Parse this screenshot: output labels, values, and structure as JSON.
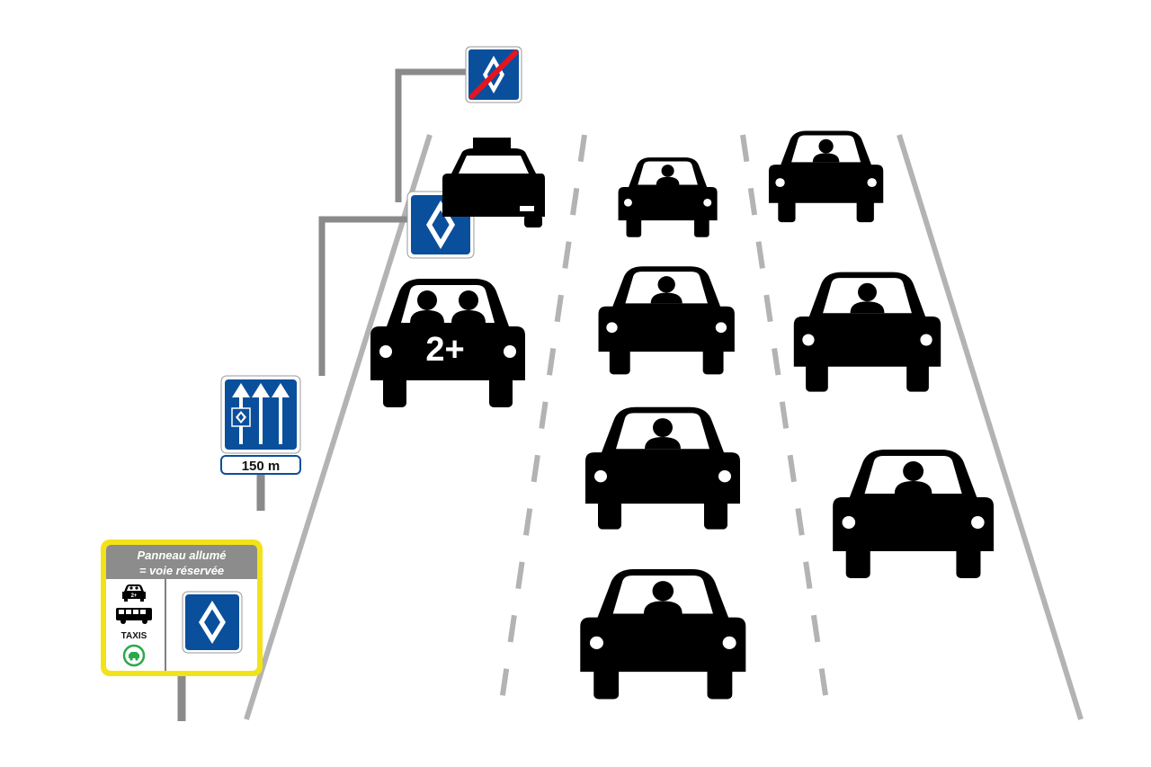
{
  "colors": {
    "background": "#ffffff",
    "road_line": "#b3b3b3",
    "sign_pole": "#8a8a8a",
    "sign_blue": "#0a4f9c",
    "cancel_red": "#e3151f",
    "panel_yellow": "#f2e219",
    "panel_header_grey": "#8c8c8c",
    "eco_green": "#2aa84a",
    "vehicle": "#000000"
  },
  "icons": {
    "reserved_lane": "white-diamond-icon",
    "end_reserved_lane": "crossed-diamond-icon",
    "lane_arrows": "up-arrow-icon",
    "carpool": "carpool-car-icon",
    "bus": "bus-icon",
    "electric_vehicle": "electric-car-icon"
  },
  "advance_sign": {
    "distance": "150 m"
  },
  "carpool_car": {
    "badge": "2+"
  },
  "dynamic_panel": {
    "title_line1": "Panneau allumé",
    "title_line2": "= voie réservée",
    "carpool_badge": "2+",
    "taxi_label": "TAXIS"
  }
}
